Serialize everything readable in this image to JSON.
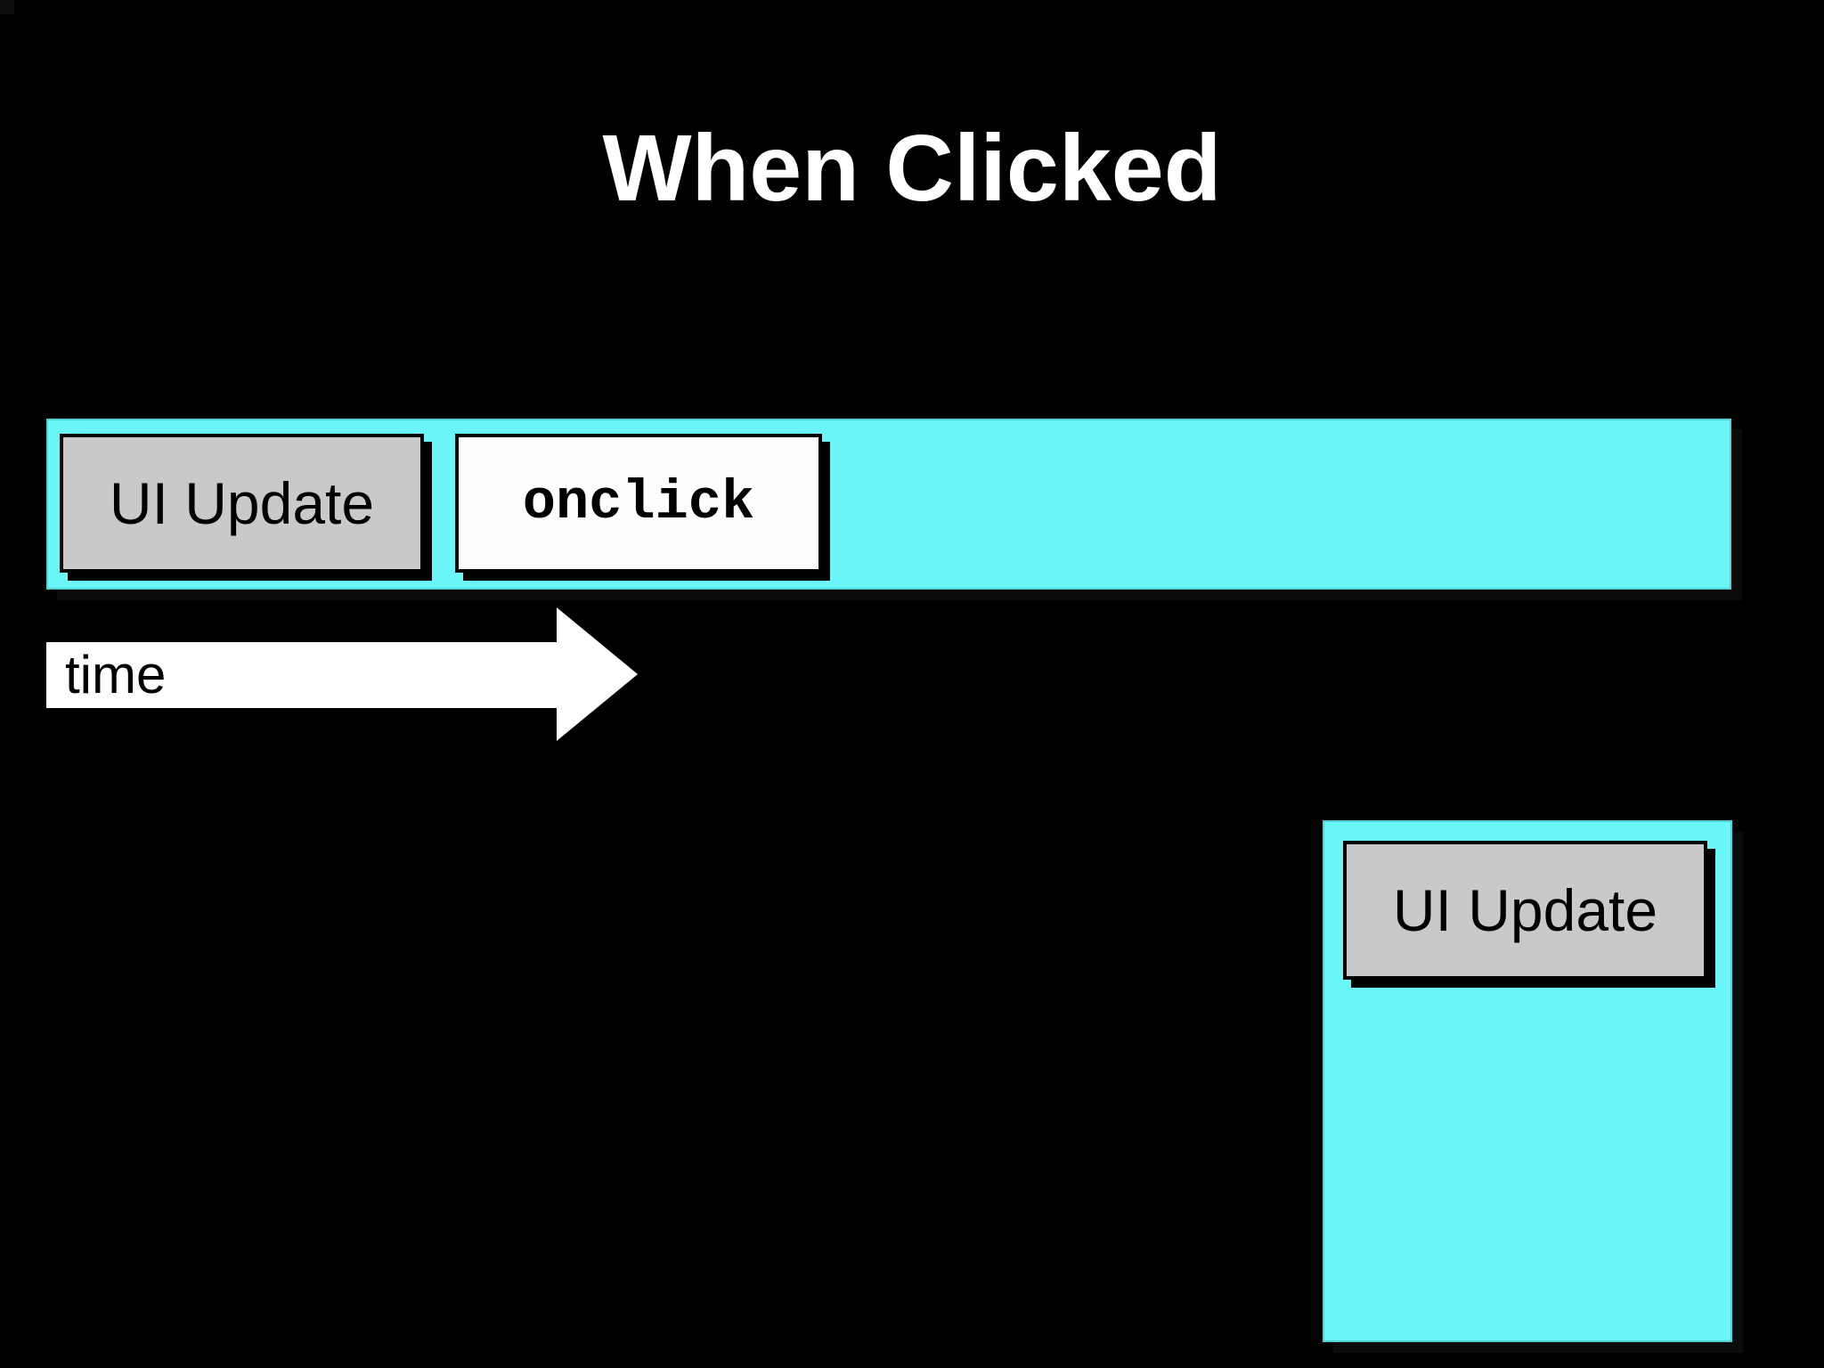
{
  "slide": {
    "title": "When Clicked",
    "background_color": "#000000"
  },
  "timeline": {
    "bar_color": "#6AF6F8",
    "segments": [
      {
        "label": "UI Update",
        "fill_color": "#C9C9C9",
        "border_color": "#000000",
        "text_style": "sans"
      },
      {
        "label": "onclick",
        "fill_color": "#FFFFFF",
        "border_color": "#000000",
        "text_style": "monospace"
      }
    ]
  },
  "time_arrow": {
    "label": "time",
    "arrow_color": "#FFFFFF",
    "label_color": "#000000",
    "direction": "right"
  },
  "continuation": {
    "block_color": "#6AF6F8",
    "box": {
      "label": "UI Update",
      "fill_color": "#C9C9C9",
      "border_color": "#000000"
    }
  }
}
